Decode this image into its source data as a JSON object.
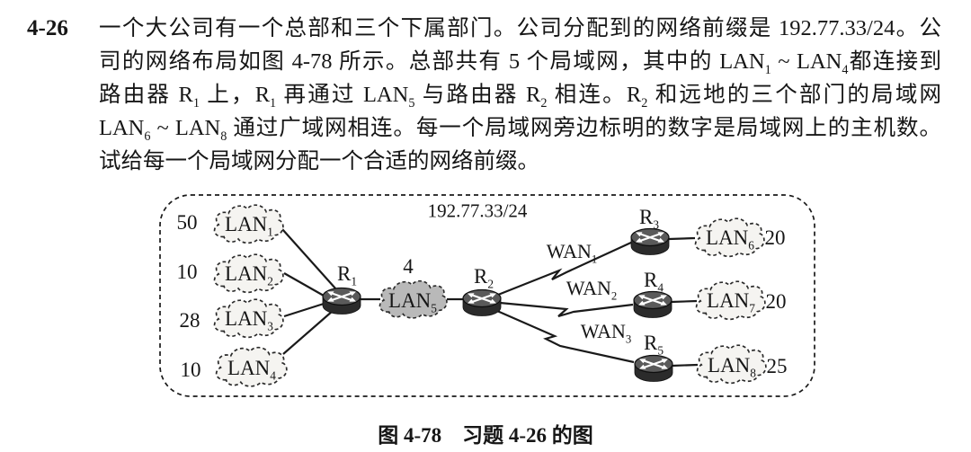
{
  "problem": {
    "number": "4-26",
    "lines": [
      [
        {
          "t": "一个大公司有一个总部和三个下属部门。公司分配到的网络前缀是 192.77.33/24。公"
        }
      ],
      [
        {
          "t": "司的网络布局如图 4-78 所示。总部共有 5 个局域网，其中的 LAN"
        },
        {
          "t": "1",
          "sub": true
        },
        {
          "t": " ~ LAN"
        },
        {
          "t": "4",
          "sub": true
        },
        {
          "t": "都连接到"
        }
      ],
      [
        {
          "t": "路由器 R"
        },
        {
          "t": "1",
          "sub": true
        },
        {
          "t": " 上，R"
        },
        {
          "t": "1",
          "sub": true
        },
        {
          "t": " 再通过 LAN"
        },
        {
          "t": "5",
          "sub": true
        },
        {
          "t": " 与路由器 R"
        },
        {
          "t": "2",
          "sub": true
        },
        {
          "t": " 相连。R"
        },
        {
          "t": "2",
          "sub": true
        },
        {
          "t": " 和远地的三个部门的局域网"
        }
      ],
      [
        {
          "t": "LAN"
        },
        {
          "t": "6",
          "sub": true
        },
        {
          "t": " ~ LAN"
        },
        {
          "t": "8",
          "sub": true
        },
        {
          "t": " 通过广域网相连。每一个局域网旁边标明的数字是局域网上的主机数。"
        }
      ],
      [
        {
          "t": "试给每一个局域网分配一个合适的网络前缀。"
        }
      ]
    ]
  },
  "figure": {
    "prefix_label": "192.77.33/24",
    "caption": "图 4-78　习题 4-26 的图",
    "clouds": [
      {
        "icon": "cloud-icon",
        "name": "LAN",
        "sub": "1",
        "hosts": "50"
      },
      {
        "icon": "cloud-icon",
        "name": "LAN",
        "sub": "2",
        "hosts": "10"
      },
      {
        "icon": "cloud-icon",
        "name": "LAN",
        "sub": "3",
        "hosts": "28"
      },
      {
        "icon": "cloud-icon",
        "name": "LAN",
        "sub": "4",
        "hosts": "10"
      },
      {
        "icon": "cloud-icon",
        "name": "LAN",
        "sub": "5",
        "hosts": "4"
      },
      {
        "icon": "cloud-icon",
        "name": "LAN",
        "sub": "6",
        "hosts": "20"
      },
      {
        "icon": "cloud-icon",
        "name": "LAN",
        "sub": "7",
        "hosts": "20"
      },
      {
        "icon": "cloud-icon",
        "name": "LAN",
        "sub": "8",
        "hosts": "25"
      }
    ],
    "routers": [
      {
        "icon": "router-icon",
        "name": "R",
        "sub": "1"
      },
      {
        "icon": "router-icon",
        "name": "R",
        "sub": "2"
      },
      {
        "icon": "router-icon",
        "name": "R",
        "sub": "3"
      },
      {
        "icon": "router-icon",
        "name": "R",
        "sub": "4"
      },
      {
        "icon": "router-icon",
        "name": "R",
        "sub": "5"
      }
    ],
    "wans": [
      {
        "name": "WAN",
        "sub": "1"
      },
      {
        "name": "WAN",
        "sub": "2"
      },
      {
        "name": "WAN",
        "sub": "3"
      }
    ],
    "colors": {
      "ink": "#1a1a1a",
      "cloud_fill": "#f5f4f1",
      "lan5_fill": "#b9b9b9",
      "router_dark": "#2b2b2b",
      "router_top": "#5a5a5a"
    }
  }
}
